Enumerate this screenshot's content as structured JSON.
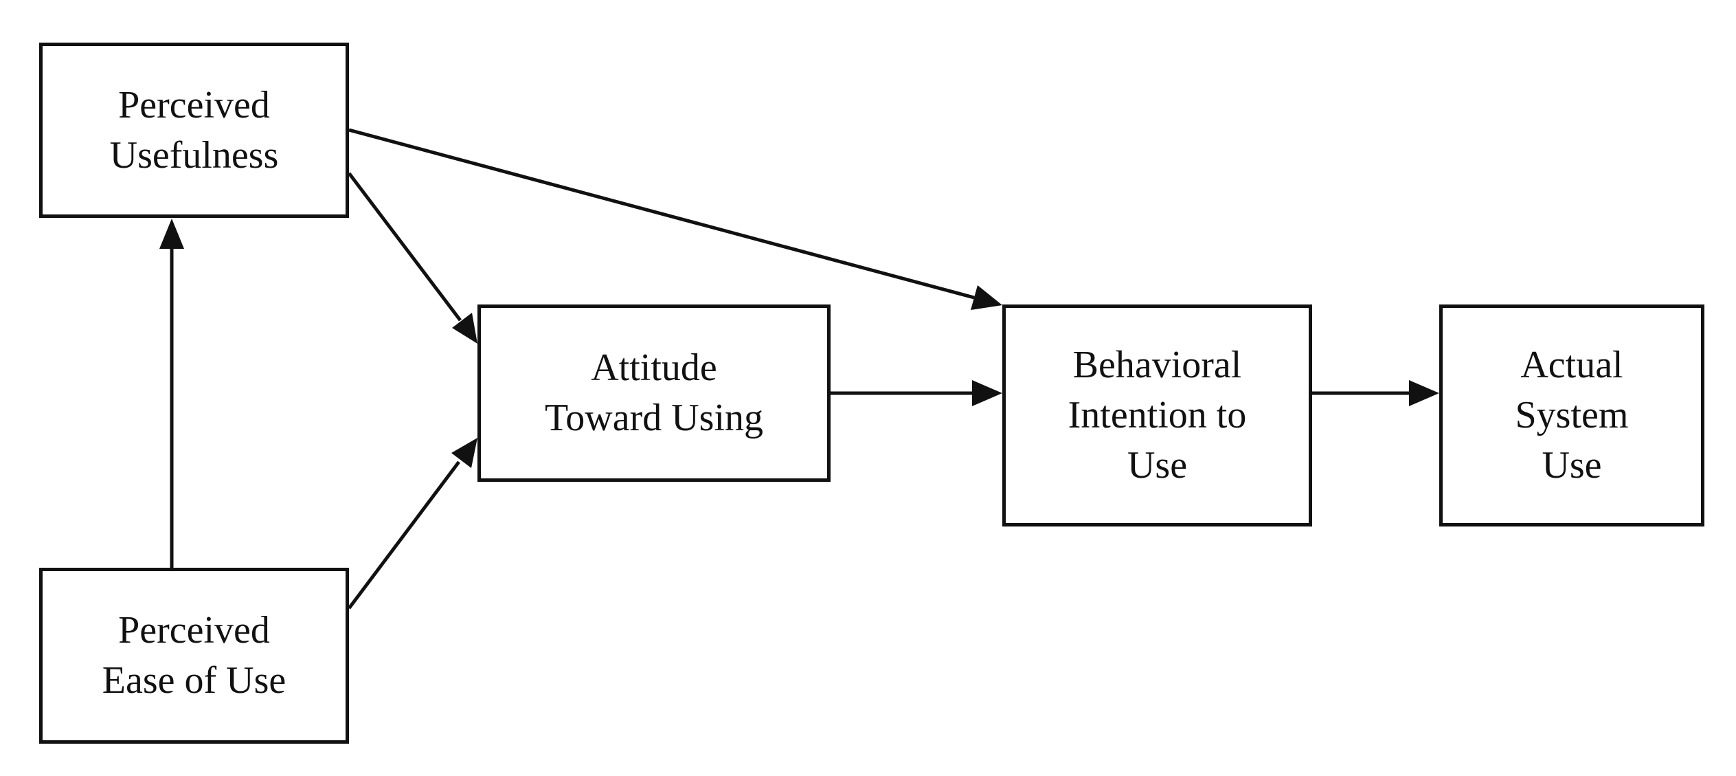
{
  "diagram": {
    "nodes": [
      {
        "id": "pu",
        "label": "Perceived\nUsefulness"
      },
      {
        "id": "peou",
        "label": "Perceived\nEase of Use"
      },
      {
        "id": "att",
        "label": "Attitude\nToward Using"
      },
      {
        "id": "bi",
        "label": "Behavioral\nIntention to\nUse"
      },
      {
        "id": "asu",
        "label": "Actual\nSystem\nUse"
      }
    ],
    "edges": [
      {
        "from": "peou",
        "to": "pu"
      },
      {
        "from": "pu",
        "to": "att"
      },
      {
        "from": "peou",
        "to": "att"
      },
      {
        "from": "pu",
        "to": "bi"
      },
      {
        "from": "att",
        "to": "bi"
      },
      {
        "from": "bi",
        "to": "asu"
      }
    ]
  }
}
